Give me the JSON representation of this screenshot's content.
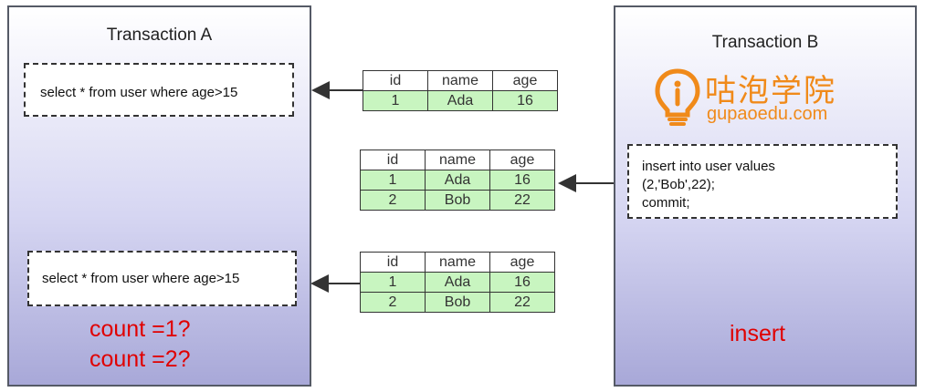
{
  "transaction_a": {
    "title": "Transaction A",
    "query_top": "select * from user where age>15",
    "query_bottom": "select * from user where age>15",
    "count_1": "count =1?",
    "count_2": "count =2?"
  },
  "transaction_b": {
    "title": "Transaction B",
    "logo_cn": "咕泡学院",
    "logo_en": "gupaoedu.com",
    "insert_lines": [
      "insert into user values",
      "(2,'Bob',22);",
      "commit;"
    ],
    "insert_label": "insert"
  },
  "tables": [
    {
      "headers": [
        "id",
        "name",
        "age"
      ],
      "rows": [
        [
          "1",
          "Ada",
          "16"
        ]
      ]
    },
    {
      "headers": [
        "id",
        "name",
        "age"
      ],
      "rows": [
        [
          "1",
          "Ada",
          "16"
        ],
        [
          "2",
          "Bob",
          "22"
        ]
      ]
    },
    {
      "headers": [
        "id",
        "name",
        "age"
      ],
      "rows": [
        [
          "1",
          "Ada",
          "16"
        ],
        [
          "2",
          "Bob",
          "22"
        ]
      ]
    }
  ],
  "colors": {
    "accent_red": "#e00000",
    "logo_orange": "#f08a1a",
    "row_green": "#c8f5c0"
  }
}
